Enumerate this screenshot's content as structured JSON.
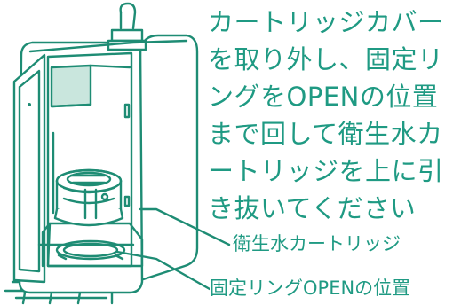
{
  "instruction": "カートリッジカバー\nを取り外し、固定リ\nングをOPENの位置\nまで回して衛生水カ\nートリッジを上に引\nき抜いてください",
  "callouts": {
    "cartridge": "衛生水カートリッジ",
    "ring": "固定リングOPENの位置"
  },
  "colors": {
    "text": "#1f9a83",
    "outline": "#1e8c74",
    "body_fill": "#ffffff",
    "shadow_fill": "#c9e6dd"
  }
}
